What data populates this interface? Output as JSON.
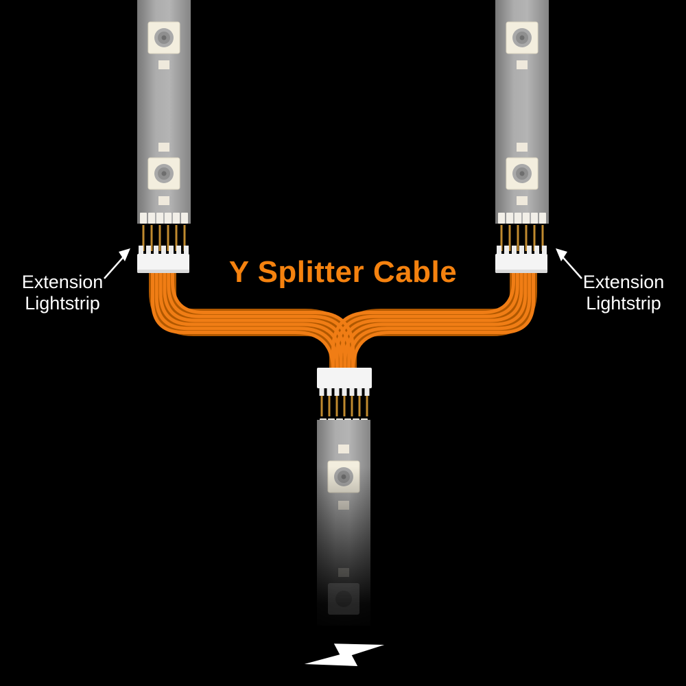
{
  "title": {
    "text": "Y Splitter Cable",
    "color": "#f5820f"
  },
  "annotations": {
    "left_label": {
      "line1": "Extension",
      "line2": "Lightstrip"
    },
    "right_label": {
      "line1": "Extension",
      "line2": "Lightstrip"
    }
  },
  "colors": {
    "background": "#000000",
    "cable_orange": "#f07d15",
    "cable_shadow": "#b05800",
    "strip_gray": "#9c9c9c",
    "connector_white": "#f4f4f4",
    "pad_white": "#f2efe8",
    "pin_gold": "#c08a2e",
    "label_white": "#ffffff"
  },
  "icons": {
    "lightning": "lightning-bolt-icon",
    "left_arrow": "arrow-up-right-icon",
    "right_arrow": "arrow-up-left-icon"
  }
}
